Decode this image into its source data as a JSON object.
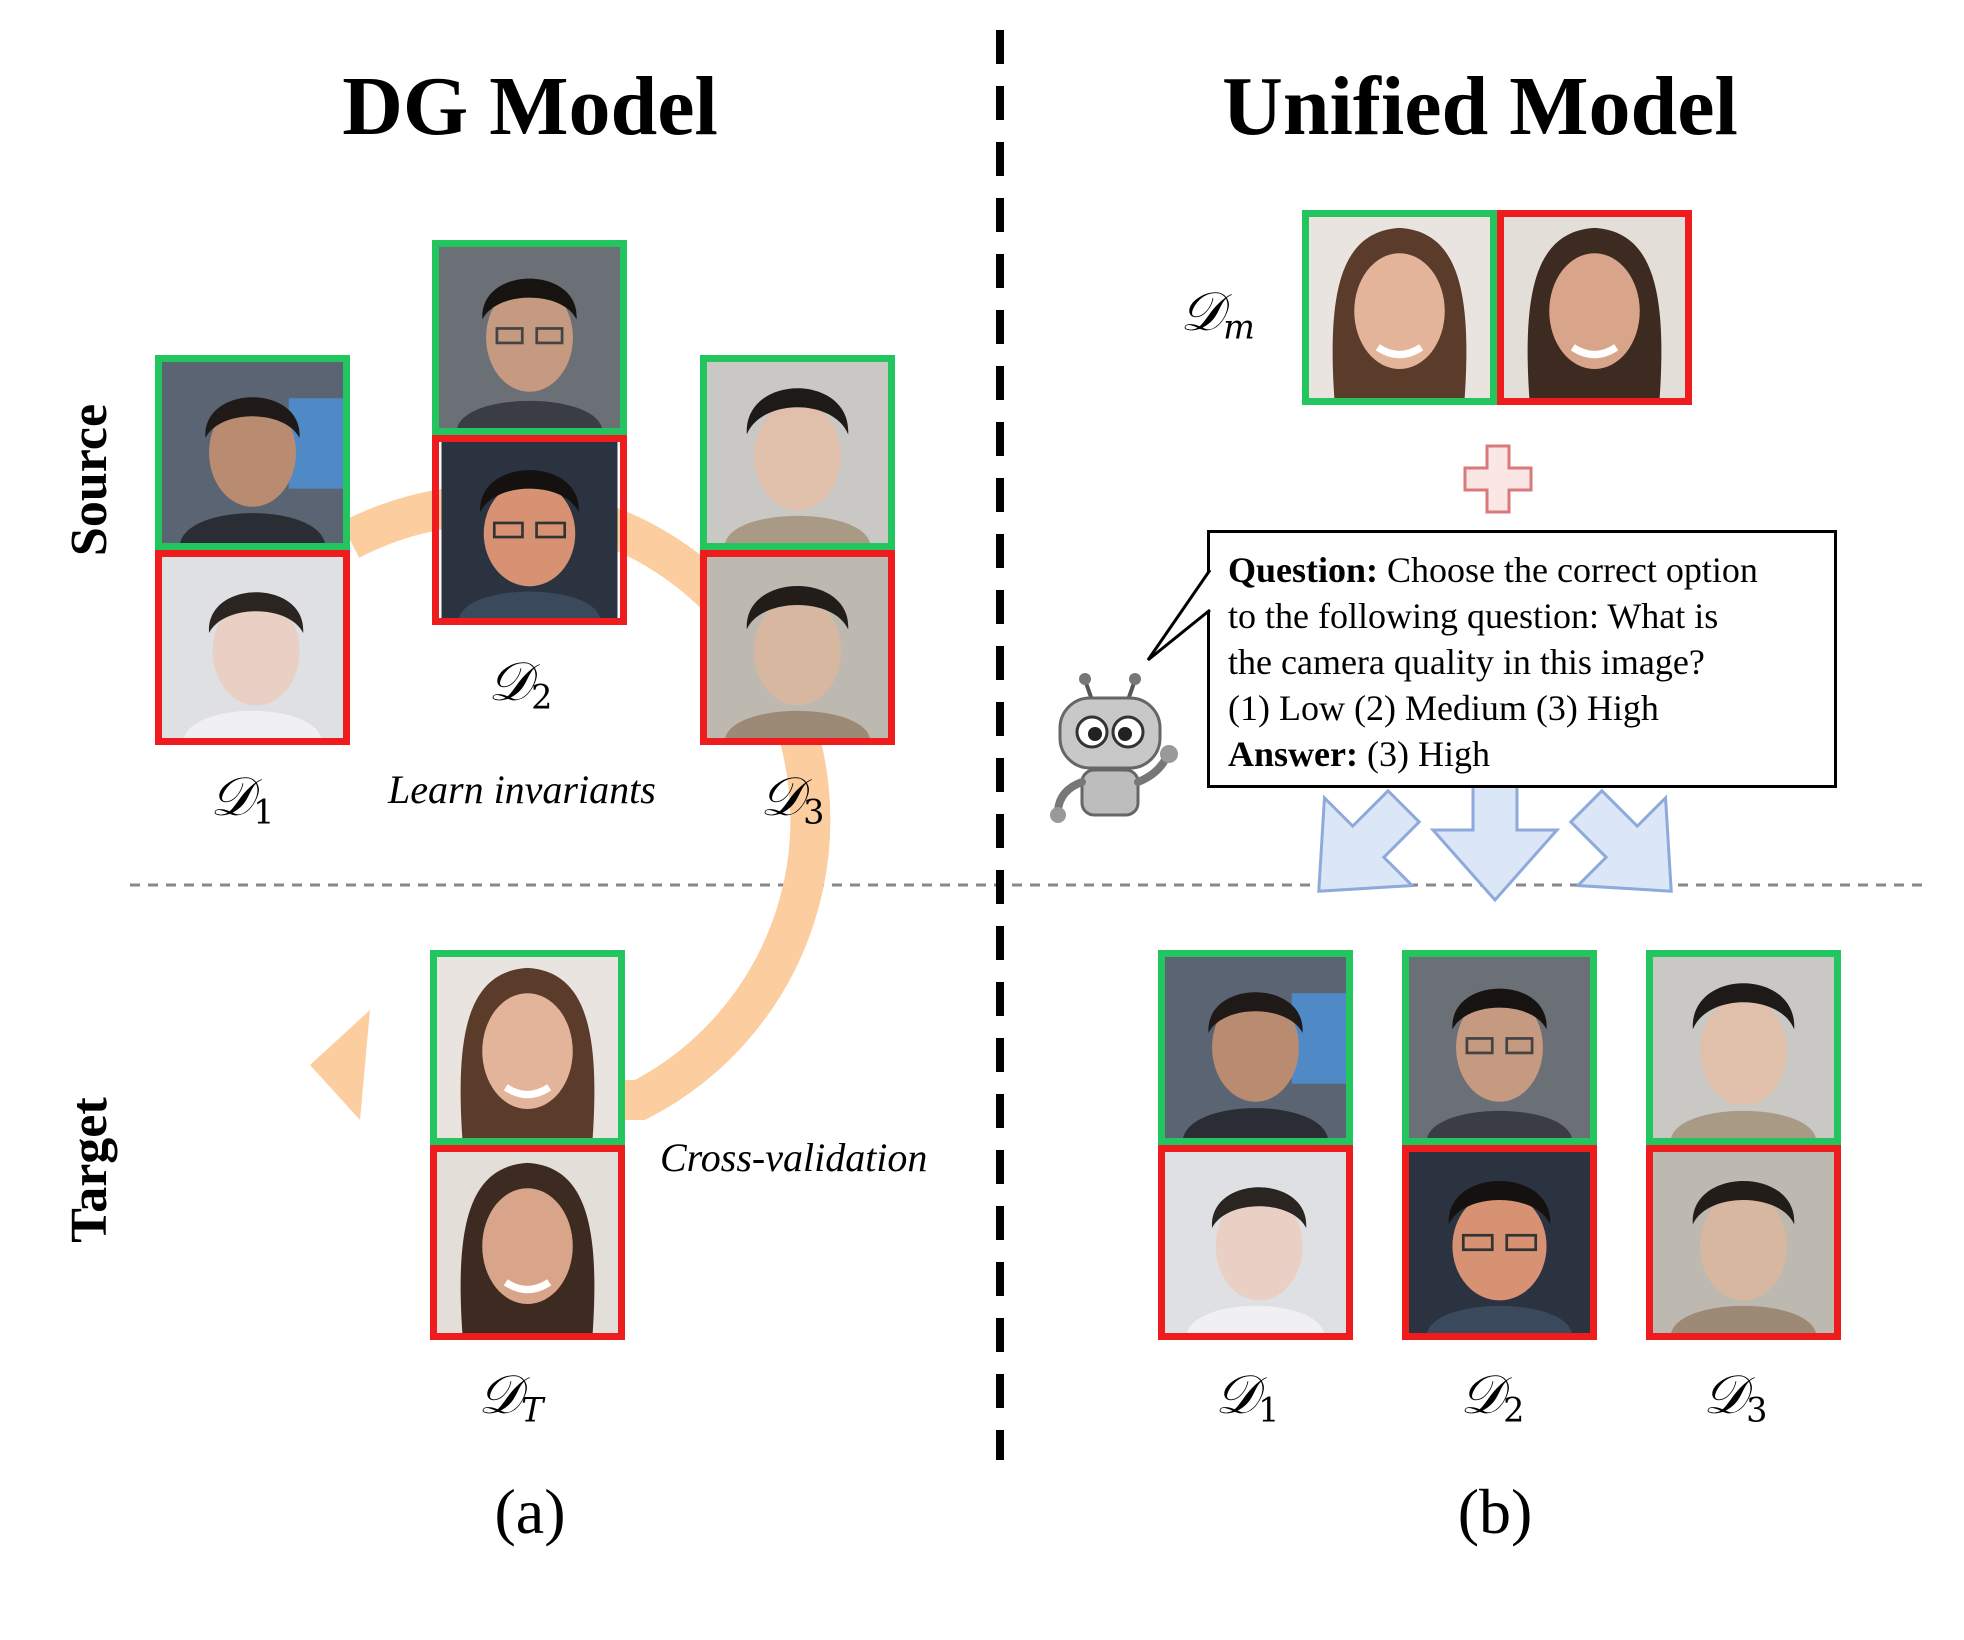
{
  "panel_a": {
    "title": "DG Model",
    "caption": "(a)",
    "row_label_source": "Source",
    "row_label_target": "Target",
    "d1": {
      "symbol": "𝒟",
      "sub": "1"
    },
    "d2": {
      "symbol": "𝒟",
      "sub": "2"
    },
    "d3": {
      "symbol": "𝒟",
      "sub": "3"
    },
    "dT": {
      "symbol": "𝒟",
      "sub": "T"
    },
    "learn_text": "Learn invariants",
    "cv_text": "Cross-validation"
  },
  "panel_b": {
    "title": "Unified Model",
    "caption": "(b)",
    "dm": {
      "symbol": "𝒟",
      "sub": "m"
    },
    "d1": {
      "symbol": "𝒟",
      "sub": "1"
    },
    "d2": {
      "symbol": "𝒟",
      "sub": "2"
    },
    "d3": {
      "symbol": "𝒟",
      "sub": "3"
    },
    "question_label": "Question:",
    "question_lines": [
      "Choose the correct option",
      "to the following question: What is",
      "the camera quality in this image?",
      "(1) Low (2) Medium (3) High"
    ],
    "answer_label": "Answer:",
    "answer_text": "(3) High"
  },
  "colors": {
    "live_border": "#22c55e",
    "spoof_border": "#ee1c1c",
    "cycle_arrow": "#fbcd9f",
    "down_arrow_fill": "#dbe7f7",
    "down_arrow_stroke": "#8eaadb",
    "plus_stroke": "#d9797b",
    "plus_fill": "#fbe6e6"
  }
}
